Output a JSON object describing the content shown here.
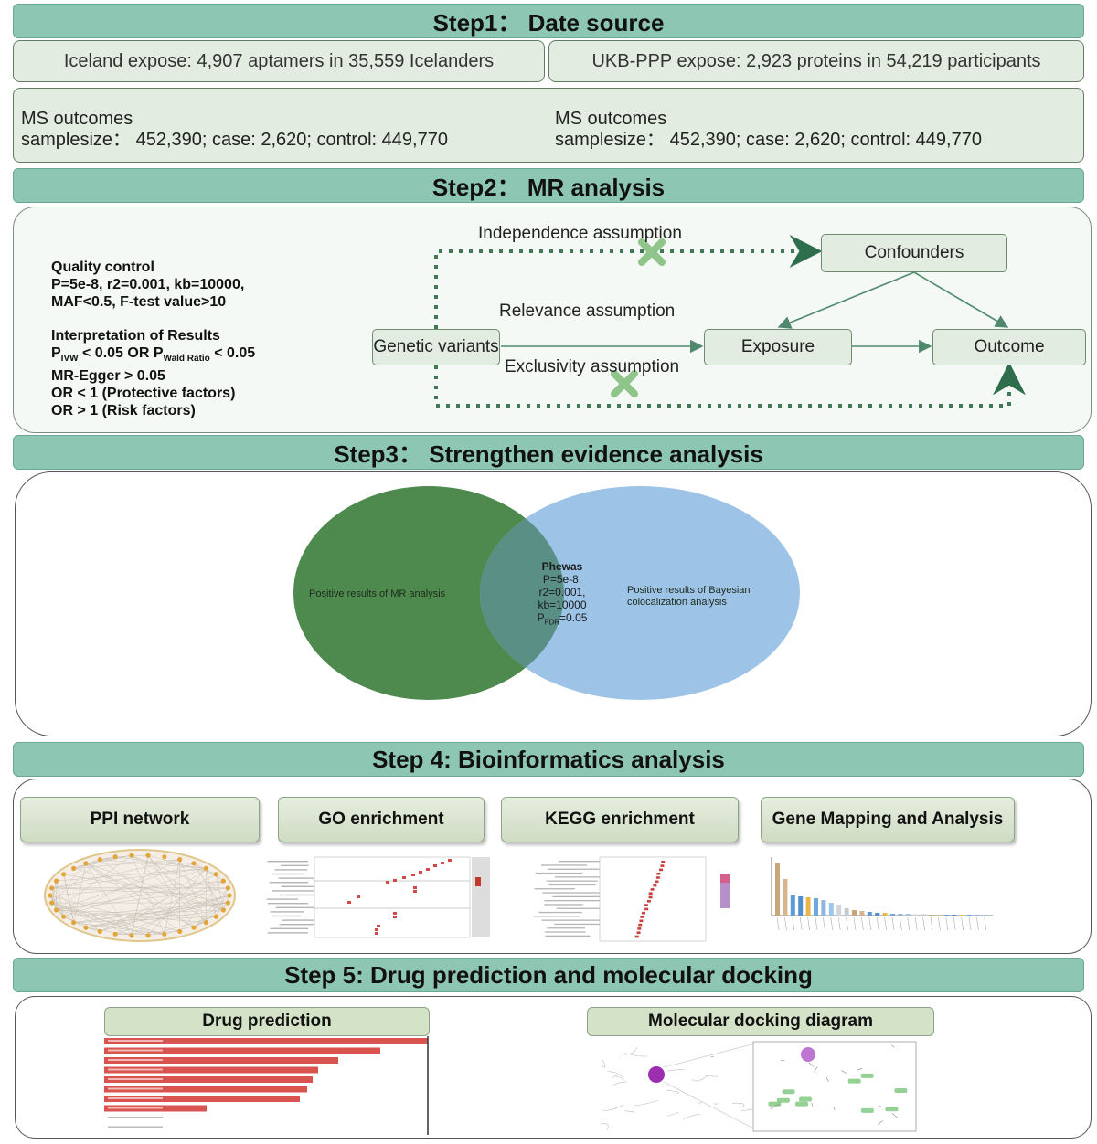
{
  "step1": {
    "title": "Step1： Date source",
    "iceland": "Iceland expose: 4,907 aptamers in 35,559 Icelanders",
    "ukb": "UKB-PPP expose: 2,923 proteins in 54,219 participants",
    "ms_left": {
      "line1": "MS outcomes",
      "line2": "samplesize： 452,390; case: 2,620; control: 449,770"
    },
    "ms_right": {
      "line1": "MS outcomes",
      "line2": "samplesize： 452,390; case: 2,620; control: 449,770"
    }
  },
  "step2": {
    "title": "Step2： MR analysis",
    "qc_title": "Quality control",
    "qc_line1": "P=5e-8, r2=0.001, kb=10000,",
    "qc_line2": "MAF<0.5, F-test value>10",
    "interp_title": "Interpretation of Results",
    "p_ivw_base": "P",
    "p_ivw_sub": "IVW",
    "p_ivw_mid": " < 0.05 OR P",
    "p_wald_sub": "Wald Ratio",
    "p_wald_tail": " < 0.05",
    "mr_egger": "MR-Egger > 0.05",
    "or_protective": "OR < 1  (Protective factors)",
    "or_risk": "OR > 1  (Risk factors)",
    "nodes": {
      "genetic": "Genetic variants",
      "exposure": "Exposure",
      "outcome": "Outcome",
      "confounders": "Confounders"
    },
    "assumptions": {
      "independence": "Independence assumption",
      "relevance": "Relevance assumption",
      "exclusivity": "Exclusivity assumption"
    }
  },
  "step3": {
    "title": "Step3： Strengthen evidence analysis",
    "left_label": "Positive results of MR analysis",
    "right_label": "Positive results of Bayesian colocalization analysis",
    "center_title": "Phewas",
    "center_l1": "P=5e-8,",
    "center_l2": "r2=0.001,",
    "center_l3": "kb=10000",
    "center_l4_base": "P",
    "center_l4_sub": "FDR",
    "center_l4_tail": "=0.05",
    "colors": {
      "left": "#4e8a4e",
      "right": "#9dc3e6",
      "overlap": "#5a8f86"
    }
  },
  "step4": {
    "title": "Step 4: Bioinformatics analysis",
    "tools": [
      "PPI network",
      "GO enrichment",
      "KEGG enrichment",
      "Gene Mapping and Analysis"
    ]
  },
  "step5": {
    "title": "Step 5: Drug prediction and molecular docking",
    "drug": "Drug prediction",
    "docking": "Molecular docking diagram",
    "colors": {
      "bar": "#d9534f"
    }
  },
  "colors": {
    "banner": "#8ec6b4",
    "box": "#e3ece0",
    "arrow": "#4f8a6e",
    "dotted": "#3f7a55",
    "cross": "#8fc58a"
  }
}
